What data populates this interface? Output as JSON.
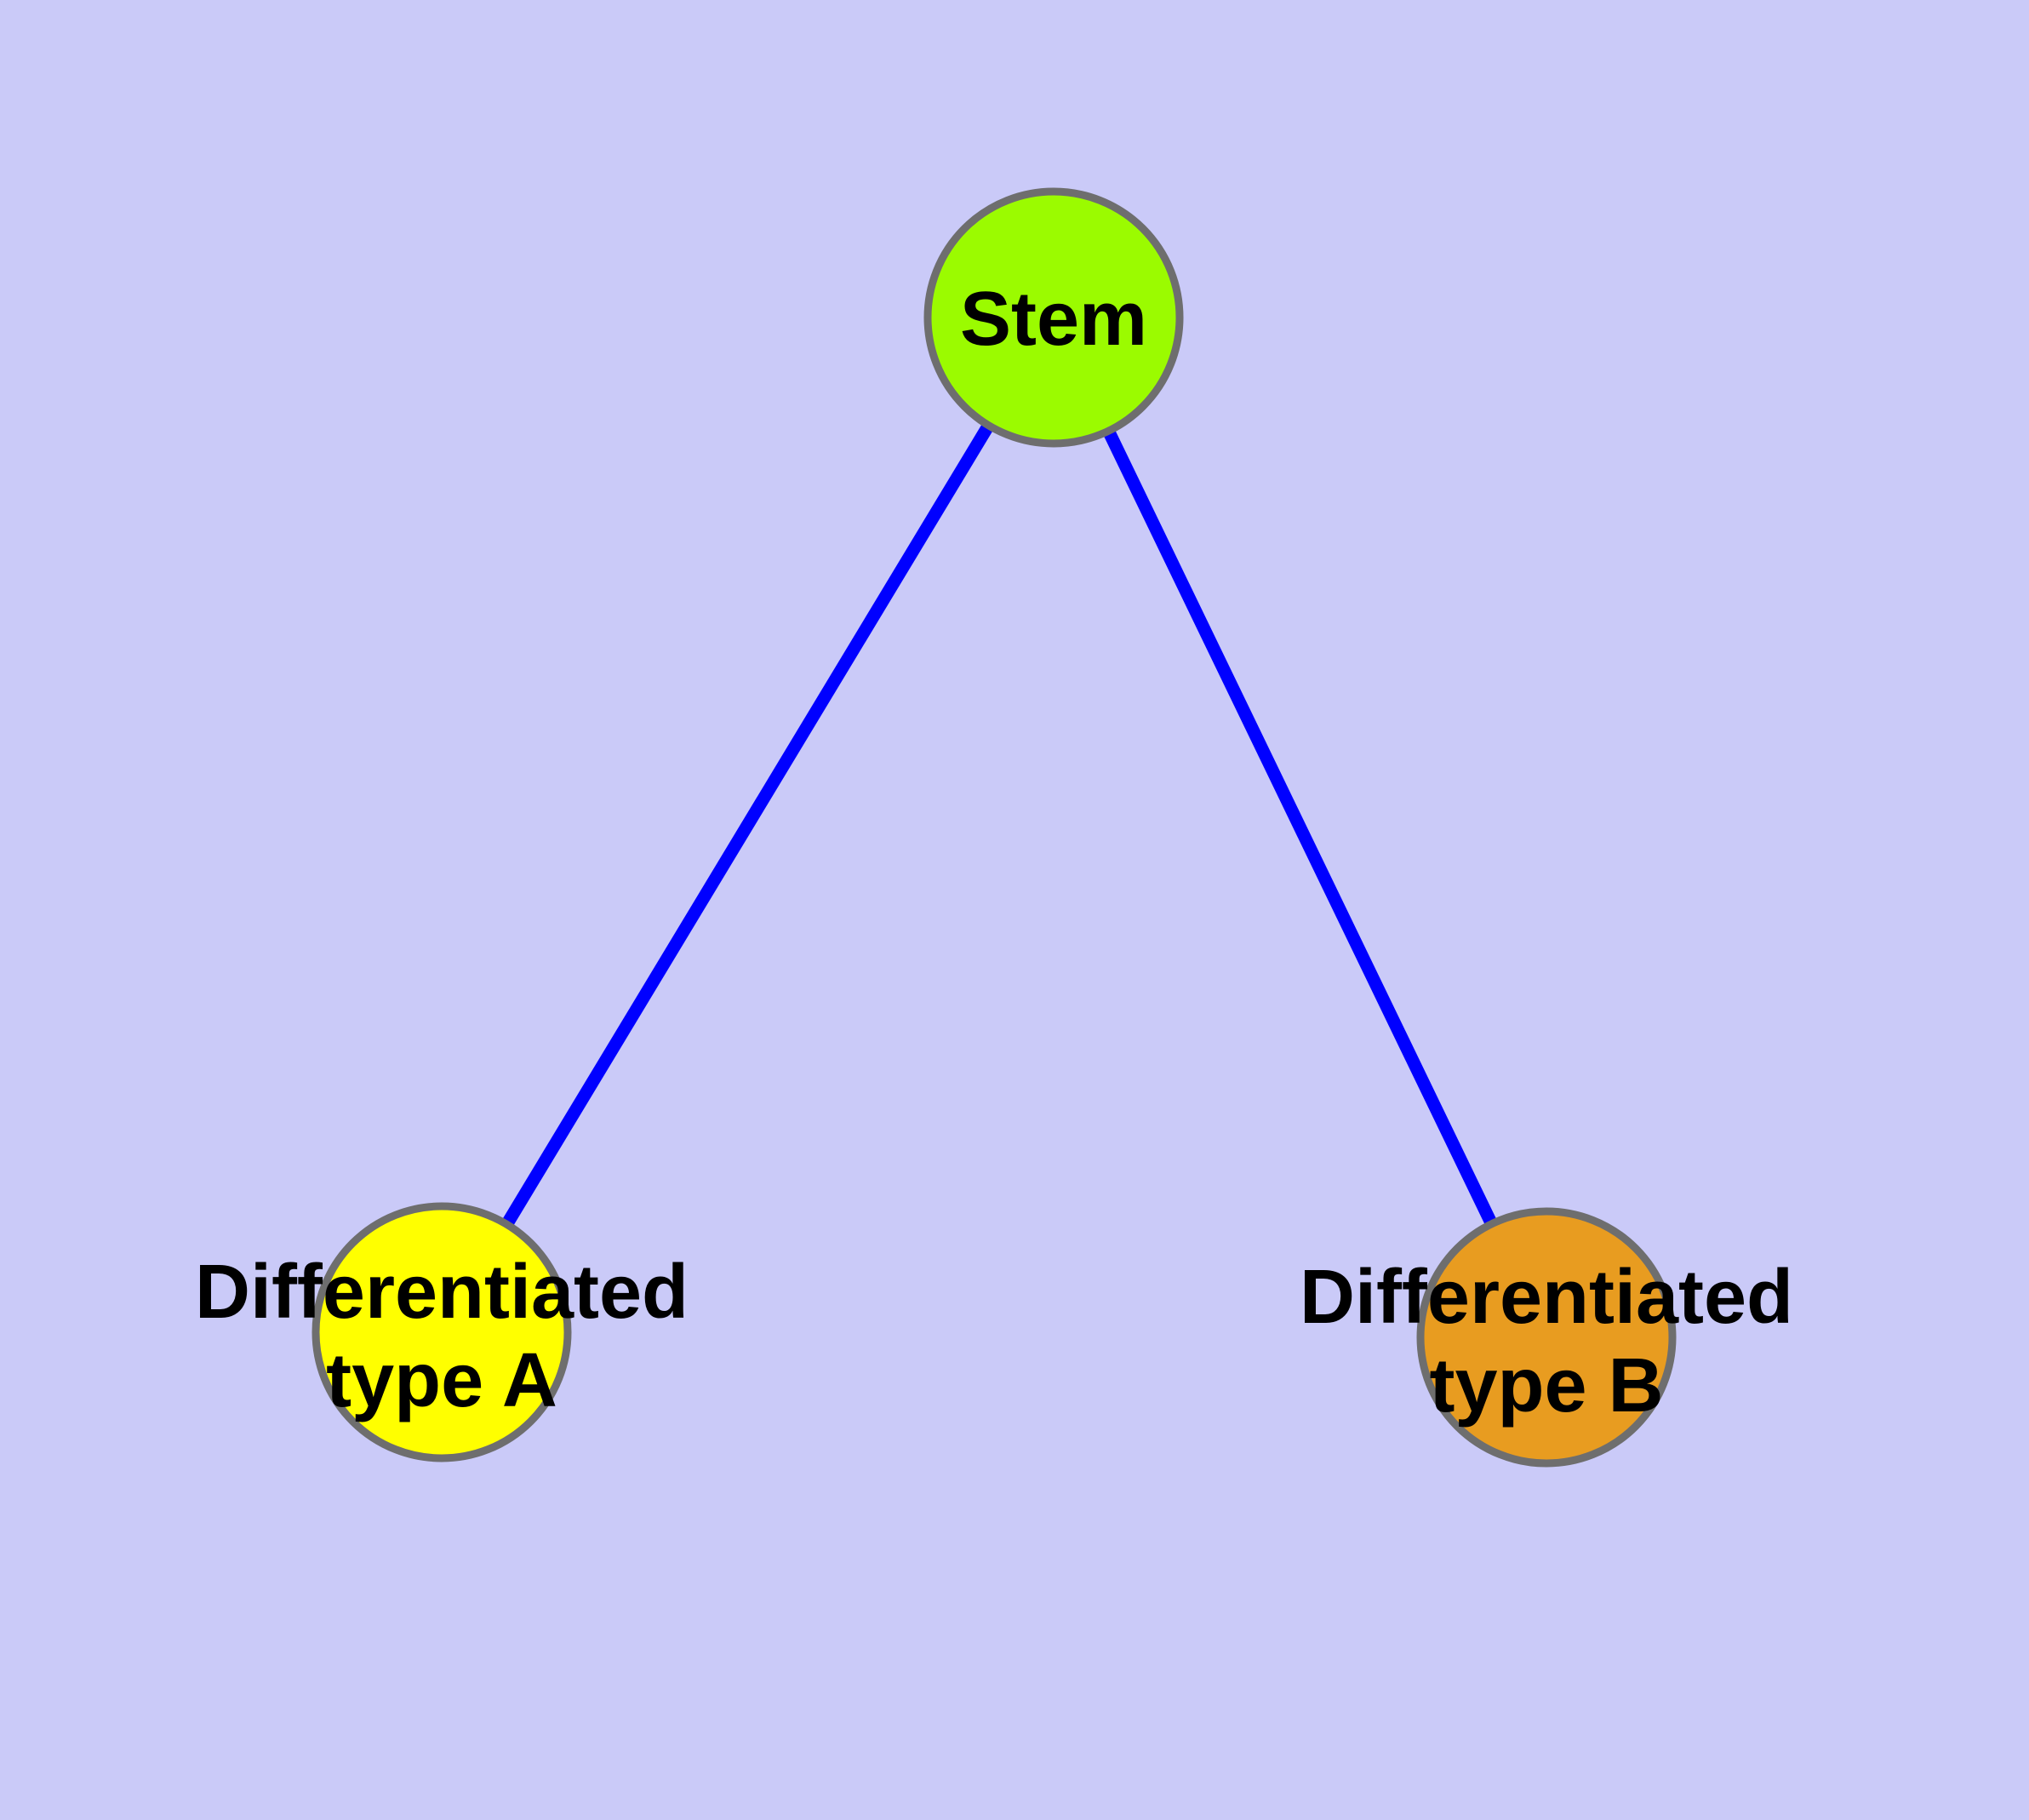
{
  "diagram": {
    "type": "graph",
    "description": "Cell differentiation hierarchy: one stem node linked to two differentiated cell-type nodes",
    "background_color": "#CACAF8",
    "edge_color": "#0000FF",
    "node_border_color": "#6E6E6E",
    "label_color": "#000000",
    "nodes": {
      "stem": {
        "label": "Stem",
        "fill_color": "#9BFB00"
      },
      "type_a": {
        "label_line1": "Differentiated",
        "label_line2": "type A",
        "fill_color": "#FFFF00"
      },
      "type_b": {
        "label_line1": "Differentiated",
        "label_line2": "type B",
        "fill_color": "#E89C20"
      }
    },
    "edges": [
      {
        "from": "Stem",
        "to": "Differentiated type A"
      },
      {
        "from": "Stem",
        "to": "Differentiated type B"
      }
    ]
  }
}
